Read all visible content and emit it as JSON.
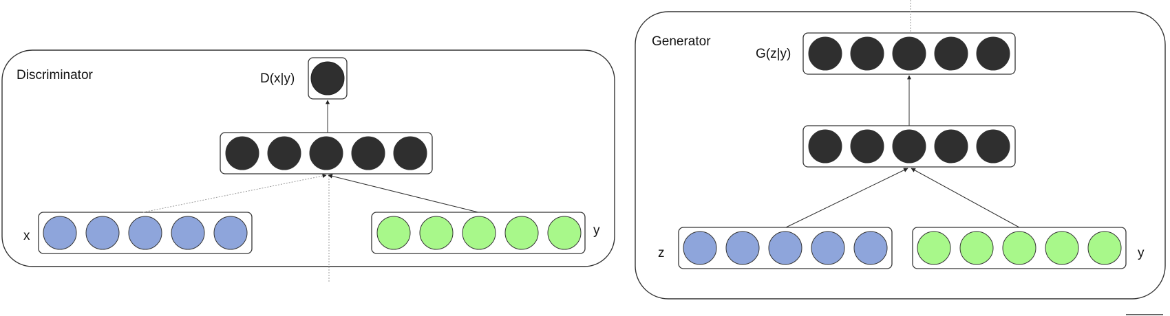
{
  "colors": {
    "background": "#ffffff",
    "stroke": "#333333",
    "dark_node": "#2f2f2f",
    "x_node": "#8ea5db",
    "y_node": "#a8f88a"
  },
  "discriminator": {
    "title": "Discriminator",
    "output_label": "D(x|y)",
    "x_label": "x",
    "y_label": "y",
    "hidden_units": 5,
    "input_units": 5
  },
  "generator": {
    "title": "Generator",
    "output_label": "G(z|y)",
    "z_label": "z",
    "y_label": "y",
    "hidden_units": 5,
    "output_units": 5,
    "input_units": 5
  }
}
